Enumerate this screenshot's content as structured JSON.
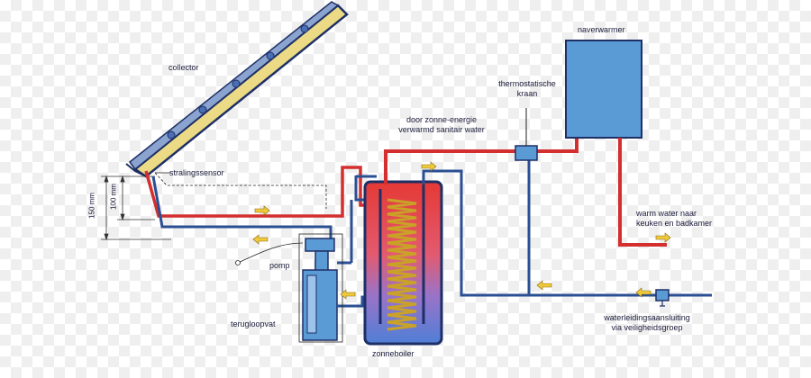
{
  "labels": {
    "collector": "collector",
    "stralingssensor": "stralingssensor",
    "pomp": "pomp",
    "terugloopvat": "terugloopvat",
    "zonneboiler": "zonneboiler",
    "naverwarmer": "naverwarmer",
    "thermostatische_1": "thermostatische",
    "thermostatische_2": "kraan",
    "door_zonne_1": "door zonne-energie",
    "door_zonne_2": "verwarmd sanitair water",
    "warm_water_1": "warm water naar",
    "warm_water_2": "keuken en badkamer",
    "waterleiding_1": "waterleidingsaansluiting",
    "waterleiding_2": "via veiligheidsgroep",
    "dim_150": "150 mm",
    "dim_100": "100 mm"
  },
  "colors": {
    "hot": "#d32f2f",
    "cold": "#2b4f93",
    "heater": "#5b9bd5",
    "arrow": "#f0c93a"
  },
  "icons": {
    "valve": "valve-icon",
    "flow_arrow": "flow-arrow-icon"
  }
}
